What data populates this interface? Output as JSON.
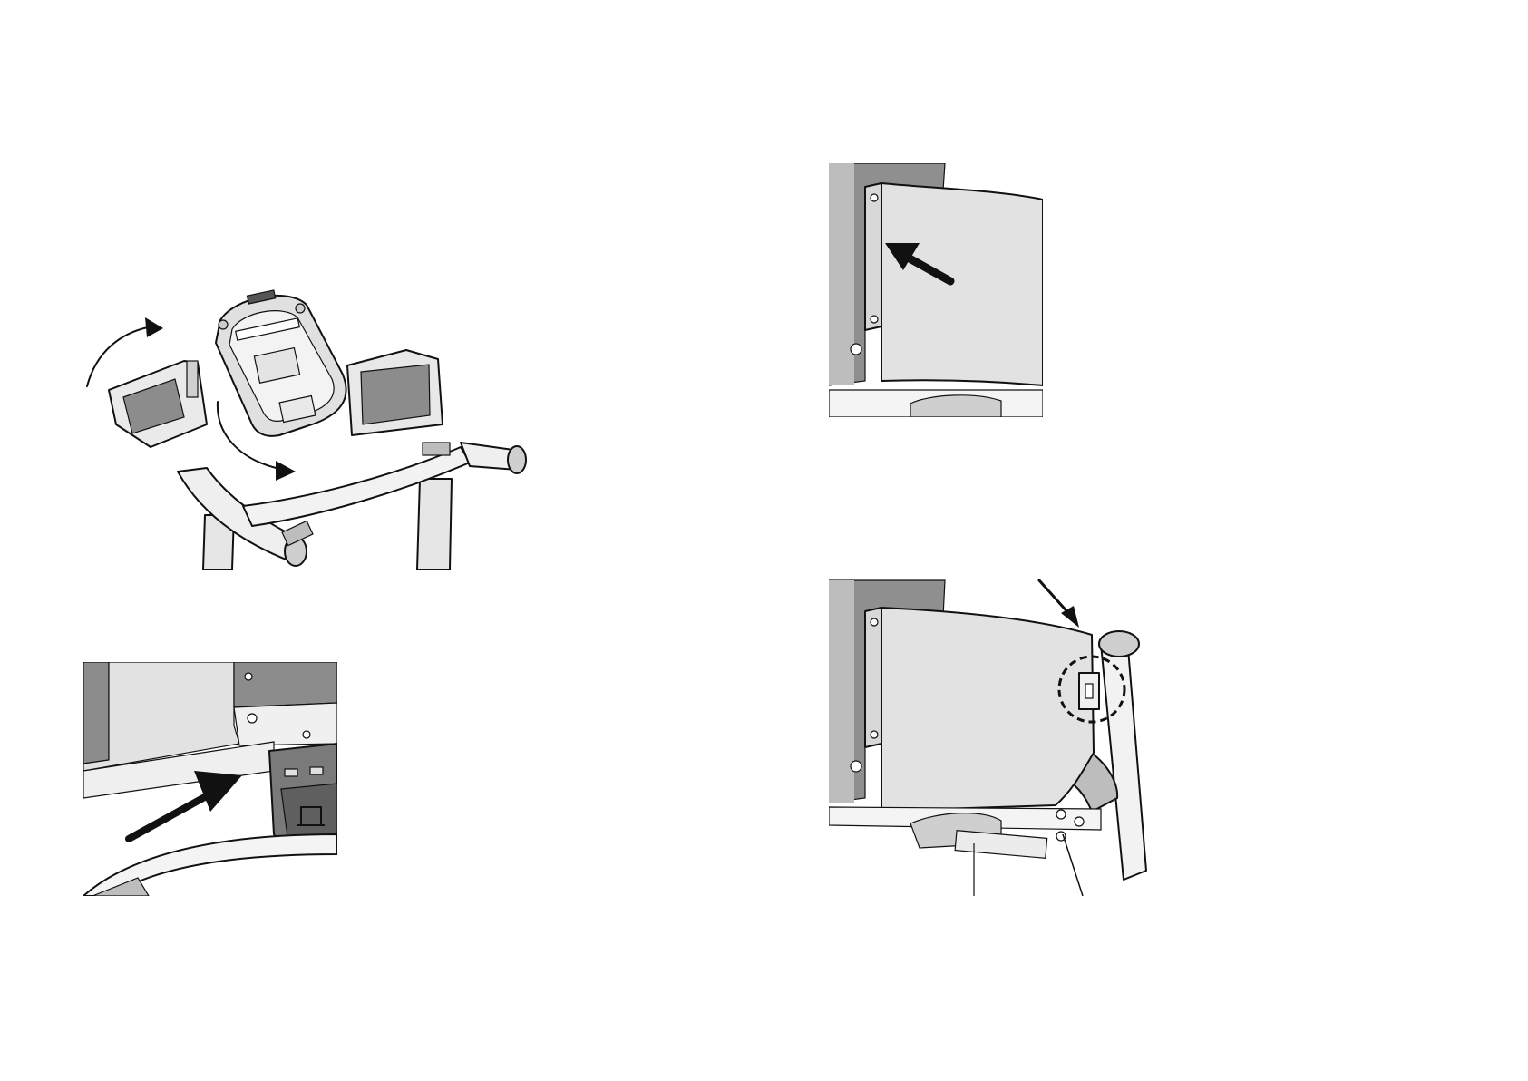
{
  "colors": {
    "background": "#ffffff",
    "line": "#111111",
    "light_gray": "#e2e2e2",
    "mid_gray": "#bdbdbd",
    "dark_gray": "#8c8c8c",
    "darker_gray": "#6e6e6e"
  },
  "figures": [
    {
      "name": "console-assembly-illustration"
    },
    {
      "name": "left-cover-attachment-illustration"
    },
    {
      "name": "connector-plug-illustration"
    },
    {
      "name": "right-cover-attachment-illustration"
    }
  ]
}
